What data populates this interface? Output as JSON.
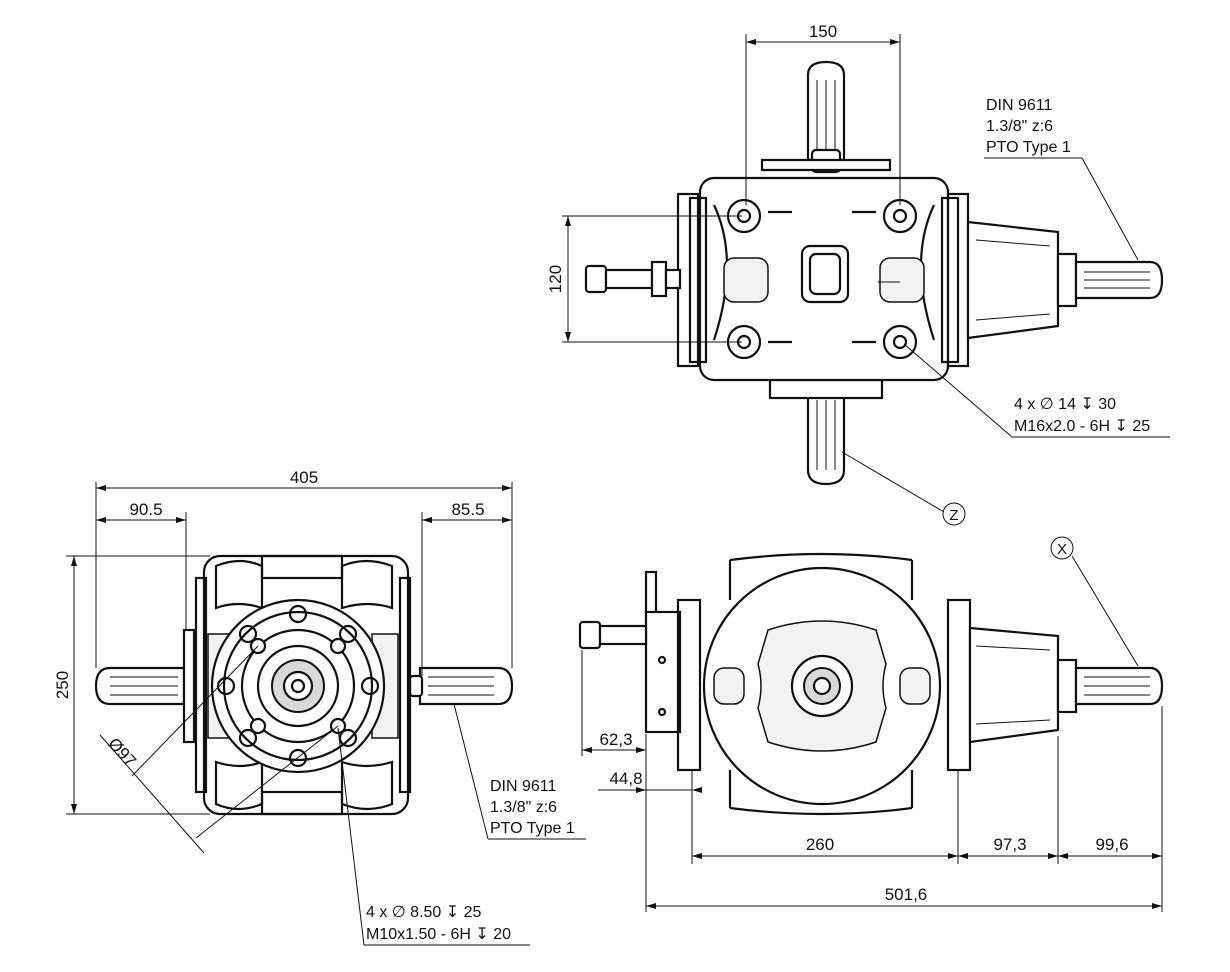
{
  "colors": {
    "line": "#111111",
    "background": "#ffffff"
  },
  "top_view": {
    "dim_width": "150",
    "dim_height": "120",
    "spec_shaft_right": [
      "DIN 9611",
      "1.3/8\" z:6",
      "PTO Type 1"
    ],
    "spec_holes": [
      "4 x ∅ 14 ↧ 30",
      "M16x2.0 - 6H ↧ 25"
    ],
    "label_z": "Z"
  },
  "front_view": {
    "dim_overall": "405",
    "dim_left": "90.5",
    "dim_right": "85.5",
    "dim_height": "250",
    "dim_diameter": "Ø97",
    "spec_shaft": [
      "DIN 9611",
      "1.3/8\" z:6",
      "PTO Type 1"
    ],
    "spec_holes": [
      "4 x ∅ 8.50 ↧ 25",
      "M10x1.50 - 6H ↧ 20"
    ]
  },
  "side_view": {
    "label_x": "X",
    "dim_62": "62,3",
    "dim_44": "44,8",
    "dim_260": "260",
    "dim_97": "97,3",
    "dim_99": "99,6",
    "dim_total": "501,6"
  }
}
